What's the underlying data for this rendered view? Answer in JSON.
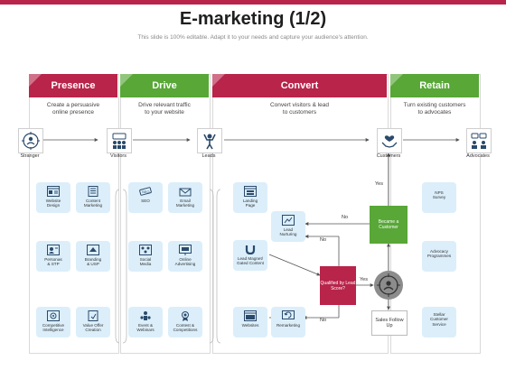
{
  "header": {
    "title": "E-marketing (1/2)",
    "subtitle": "This slide is 100% editable. Adapt it to your needs and capture your audience's attention."
  },
  "stages": [
    {
      "name": "Presence",
      "description_line1": "Create a persuasive",
      "description_line2": "online presence",
      "color": "#b8244a"
    },
    {
      "name": "Drive",
      "description_line1": "Drive relevant traffic",
      "description_line2": "to your website",
      "color": "#58a737"
    },
    {
      "name": "Convert",
      "description_line1": "Convert visitors & lead",
      "description_line2": "to customers",
      "color": "#b8244a"
    },
    {
      "name": "Retain",
      "description_line1": "Turn existing customers",
      "description_line2": "to advocates",
      "color": "#58a737"
    }
  ],
  "flow_nodes": [
    {
      "label": "Stranger",
      "icon": "target-person-icon"
    },
    {
      "label": "Visitors",
      "icon": "group-icon"
    },
    {
      "label": "Leads",
      "icon": "person-arms-up-icon"
    },
    {
      "label": "Customers",
      "icon": "hands-heart-icon"
    },
    {
      "label": "Advocates",
      "icon": "chat-people-icon"
    }
  ],
  "presence_tiles": [
    {
      "line1": "Website",
      "line2": "Design",
      "icon": "website-icon"
    },
    {
      "line1": "Content",
      "line2": "Marketing",
      "icon": "document-icon"
    },
    {
      "line1": "Personas",
      "line2": "& STP",
      "icon": "persona-icon"
    },
    {
      "line1": "Branding",
      "line2": "& USP",
      "icon": "branding-icon"
    },
    {
      "line1": "Competitive",
      "line2": "Intelligence",
      "icon": "intelligence-icon"
    },
    {
      "line1": "Value Offer",
      "line2": "Creation",
      "icon": "value-offer-icon"
    }
  ],
  "drive_tiles": [
    {
      "line1": "SEO",
      "line2": "",
      "icon": "seo-icon"
    },
    {
      "line1": "Email",
      "line2": "Marketing",
      "icon": "email-icon"
    },
    {
      "line1": "Social",
      "line2": "Media",
      "icon": "social-media-icon"
    },
    {
      "line1": "Online",
      "line2": "Advertising",
      "icon": "advertising-icon"
    },
    {
      "line1": "Event &",
      "line2": "Webinars",
      "icon": "event-icon"
    },
    {
      "line1": "Contest &",
      "line2": "Competitions",
      "icon": "award-icon"
    }
  ],
  "convert_tiles": [
    {
      "line1": "Landing",
      "line2": "Page",
      "icon": "landing-page-icon"
    },
    {
      "line1": "Lead",
      "line2": "Nurturing",
      "icon": "nurturing-icon"
    },
    {
      "line1": "Lead Magnet/",
      "line2": "Gated Content",
      "icon": "magnet-icon"
    },
    {
      "line1": "Websites",
      "line2": "",
      "icon": "website-icon"
    },
    {
      "line1": "Remarketing",
      "line2": "",
      "icon": "remarketing-icon"
    }
  ],
  "decisions": {
    "became_customer": "Became a Customer",
    "qualified": "Qualified by Lead Score?",
    "sales_follow_up": "Sales Follow Up",
    "yes": "Yes",
    "no": "No"
  },
  "retain_tiles": [
    {
      "line1": "NPS",
      "line2": "Survey"
    },
    {
      "line1": "Advocacy",
      "line2": "Programmes"
    },
    {
      "line1": "Stellar",
      "line2": "Customer",
      "line3": "Service"
    }
  ],
  "colors": {
    "red": "#b8244a",
    "green": "#58a737",
    "tile": "#dbeefa",
    "icon": "#2a4a6b"
  }
}
